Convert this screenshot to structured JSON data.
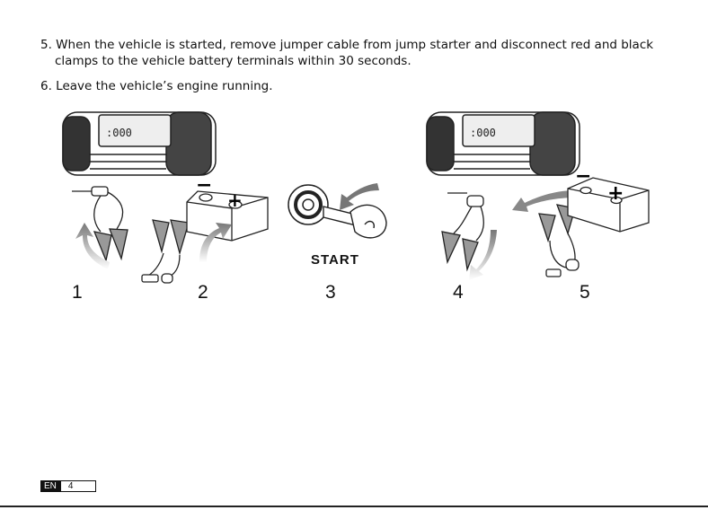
{
  "steps": {
    "step5_line1": "5. When the vehicle is started, remove jumper cable from jump starter and disconnect red and black",
    "step5_line2": "clamps to the vehicle battery terminals within 30 seconds.",
    "step6": "6. Leave the vehicle’s engine running."
  },
  "figure": {
    "start_label": "START",
    "numbers": [
      "1",
      "2",
      "3",
      "4",
      "5"
    ],
    "battery_minus": "−",
    "battery_plus": "+"
  },
  "footer": {
    "lang": "EN",
    "page": "4"
  }
}
